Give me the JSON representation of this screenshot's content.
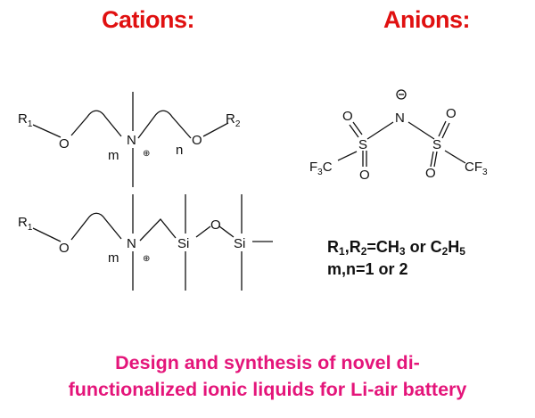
{
  "headings": {
    "cations": "Cations:",
    "anions": "Anions:"
  },
  "cation1": {
    "r1": "R",
    "r1_sub": "1",
    "o_left": "O",
    "m": "m",
    "n_atom": "N",
    "charge": "⊕",
    "n": "n",
    "o_right": "O",
    "r2": "R",
    "r2_sub": "2"
  },
  "cation2": {
    "r1": "R",
    "r1_sub": "1",
    "o_left": "O",
    "m": "m",
    "n_atom": "N",
    "charge": "⊕",
    "si1": "Si",
    "o_bridge": "O",
    "si2": "Si"
  },
  "anion": {
    "charge": "⊖",
    "n_atom": "N",
    "s_left": "S",
    "o_left_top": "O",
    "o_left_bottom": "O",
    "cf3_left": "F",
    "cf3_left_c": "C",
    "cf3_left_sub": "3",
    "s_right": "S",
    "o_right_top": "O",
    "o_right_bottom": "O",
    "cf3_right": "CF",
    "cf3_right_sub": "3"
  },
  "conditions": {
    "line1": {
      "a": "R",
      "a_sub": "1",
      "b": ",R",
      "b_sub": "2",
      "c": "=CH",
      "c_sub": "3",
      "d": " or C",
      "d_sub": "2",
      "e": "H",
      "e_sub": "5"
    },
    "line2": "m,n=1 or 2"
  },
  "caption": {
    "line1": "Design and synthesis of novel di-",
    "line2": "functionalized ionic liquids for Li-air battery"
  },
  "colors": {
    "heading": "#e01010",
    "caption": "#e4157a",
    "structure": "#111111"
  }
}
